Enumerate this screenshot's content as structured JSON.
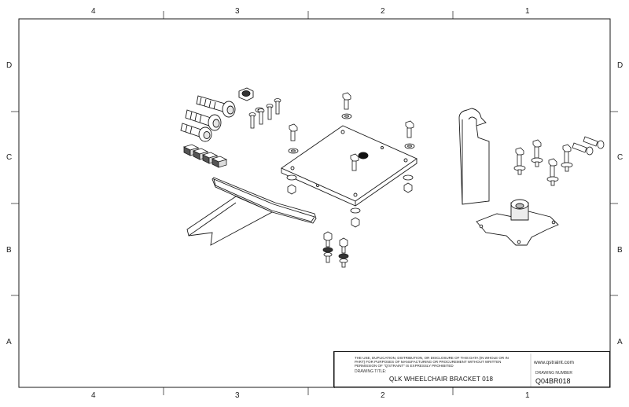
{
  "border": {
    "columns_top": [
      "4",
      "3",
      "2",
      "1"
    ],
    "columns_bottom": [
      "4",
      "3",
      "2",
      "1"
    ],
    "rows_left": [
      "D",
      "C",
      "B",
      "A"
    ],
    "rows_right": [
      "D",
      "C",
      "B",
      "A"
    ]
  },
  "title_block": {
    "notice": "THE USE, DUPLICATION, DISTRIBUTION, OR DISCLOSURE OF THIS DATA (IN WHOLE OR IN PART) FOR PURPOSES OF MANUFACTURING OR PROCUREMENT WITHOUT WRITTEN PERMISSION OF \"Q'STRAINT\" IS EXPRESSLY PROHIBITED",
    "drawing_title_label": "DRAWING TITLE:",
    "drawing_title": "QLK WHEELCHAIR BRACKET 018",
    "website": "www.qstraint.com",
    "drawing_number_label": "DRAWING NUMBER",
    "drawing_number": "Q04BR018"
  },
  "colors": {
    "line": "#1a1a1a",
    "part_fill": "#ffffff",
    "shade": "#cfcfcf",
    "dark": "#555555"
  }
}
